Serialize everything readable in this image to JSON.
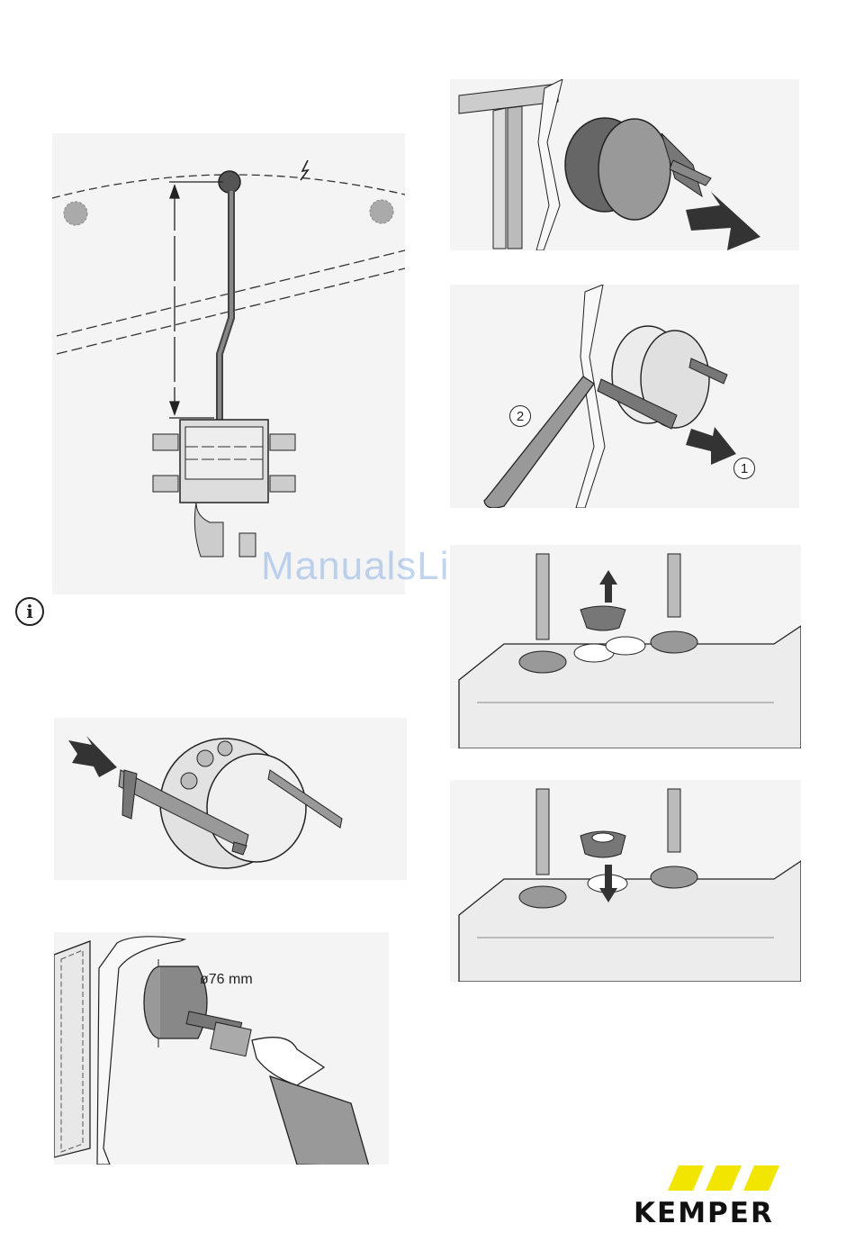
{
  "page": {
    "watermark": "ManualsLib.de",
    "info_icon_glyph": "i",
    "holesaw_diameter_label": "ø76 mm",
    "callouts": {
      "step_one": "1",
      "step_two": "2"
    },
    "brand": {
      "name": "KEMPER",
      "accent_color": "#f2e600"
    },
    "figures": [
      {
        "id": "mounting-height-figure",
        "icons": [
          "lightning-icon",
          "dimension-arrow-icon"
        ]
      },
      {
        "id": "insert-brackets-figure",
        "icons": [
          "push-arrow-icon"
        ]
      },
      {
        "id": "drill-hole-figure",
        "icons": [
          "hole-saw-icon",
          "drill-icon"
        ]
      },
      {
        "id": "insert-box-figure",
        "icons": [
          "push-arrow-icon"
        ]
      },
      {
        "id": "break-off-tabs-figure",
        "icons": [
          "pliers-icon",
          "pull-arrow-icon"
        ]
      },
      {
        "id": "remove-cap-figure",
        "icons": [
          "up-arrow-icon"
        ]
      },
      {
        "id": "insert-grommet-figure",
        "icons": [
          "down-arrow-icon"
        ]
      }
    ]
  }
}
